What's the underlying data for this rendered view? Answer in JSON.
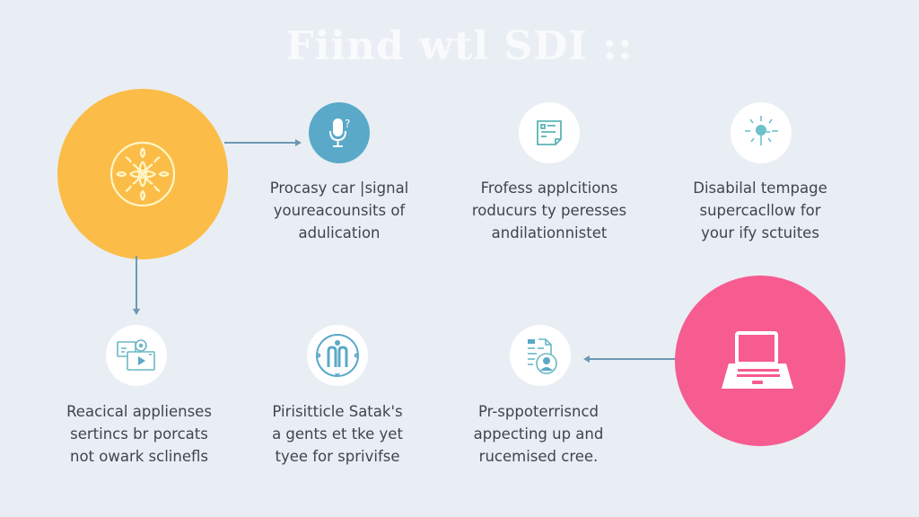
{
  "title": "Fiind wtl SDI ::",
  "colors": {
    "background": "#e9eef4",
    "yellow": "#fbbd47",
    "pink": "#f65c8f",
    "teal_icon": "#5aa9c8",
    "connector": "#6c98b3",
    "text": "#3e4550"
  },
  "hubs": [
    {
      "id": "hub-yellow",
      "icon": "mandala-icon",
      "color": "#fbbd47"
    },
    {
      "id": "hub-pink",
      "icon": "laptop-icon",
      "color": "#f65c8f"
    }
  ],
  "steps": [
    {
      "icon": "microphone-question-icon",
      "lines": [
        "Procasy car |signal",
        "youreacounsits of",
        "adulication"
      ]
    },
    {
      "icon": "document-icon",
      "lines": [
        "Frofess applcitions",
        "roducurs ty peresses",
        "andilationnistet"
      ]
    },
    {
      "icon": "lightbulb-icon",
      "lines": [
        "Disabilal tempage",
        "supercacllow for",
        "your ify sctuites"
      ]
    },
    {
      "icon": "media-screens-icon",
      "lines": [
        "Reacical applienses",
        "sertincs br porcats",
        "not owark sclinefls"
      ]
    },
    {
      "icon": "people-circle-icon",
      "lines": [
        "Pirisitticle Satak's",
        "a gents et tke yet",
        "tyee for sprivifse"
      ]
    },
    {
      "icon": "document-user-icon",
      "lines": [
        "Pr-sppoterrisncd",
        "appecting up and",
        "rucemised cree."
      ]
    }
  ],
  "connectors": [
    {
      "from": "hub-yellow",
      "to": "step-0",
      "direction": "right"
    },
    {
      "from": "hub-yellow",
      "to": "step-3",
      "direction": "down"
    },
    {
      "from": "hub-pink",
      "to": "step-5",
      "direction": "left"
    }
  ]
}
